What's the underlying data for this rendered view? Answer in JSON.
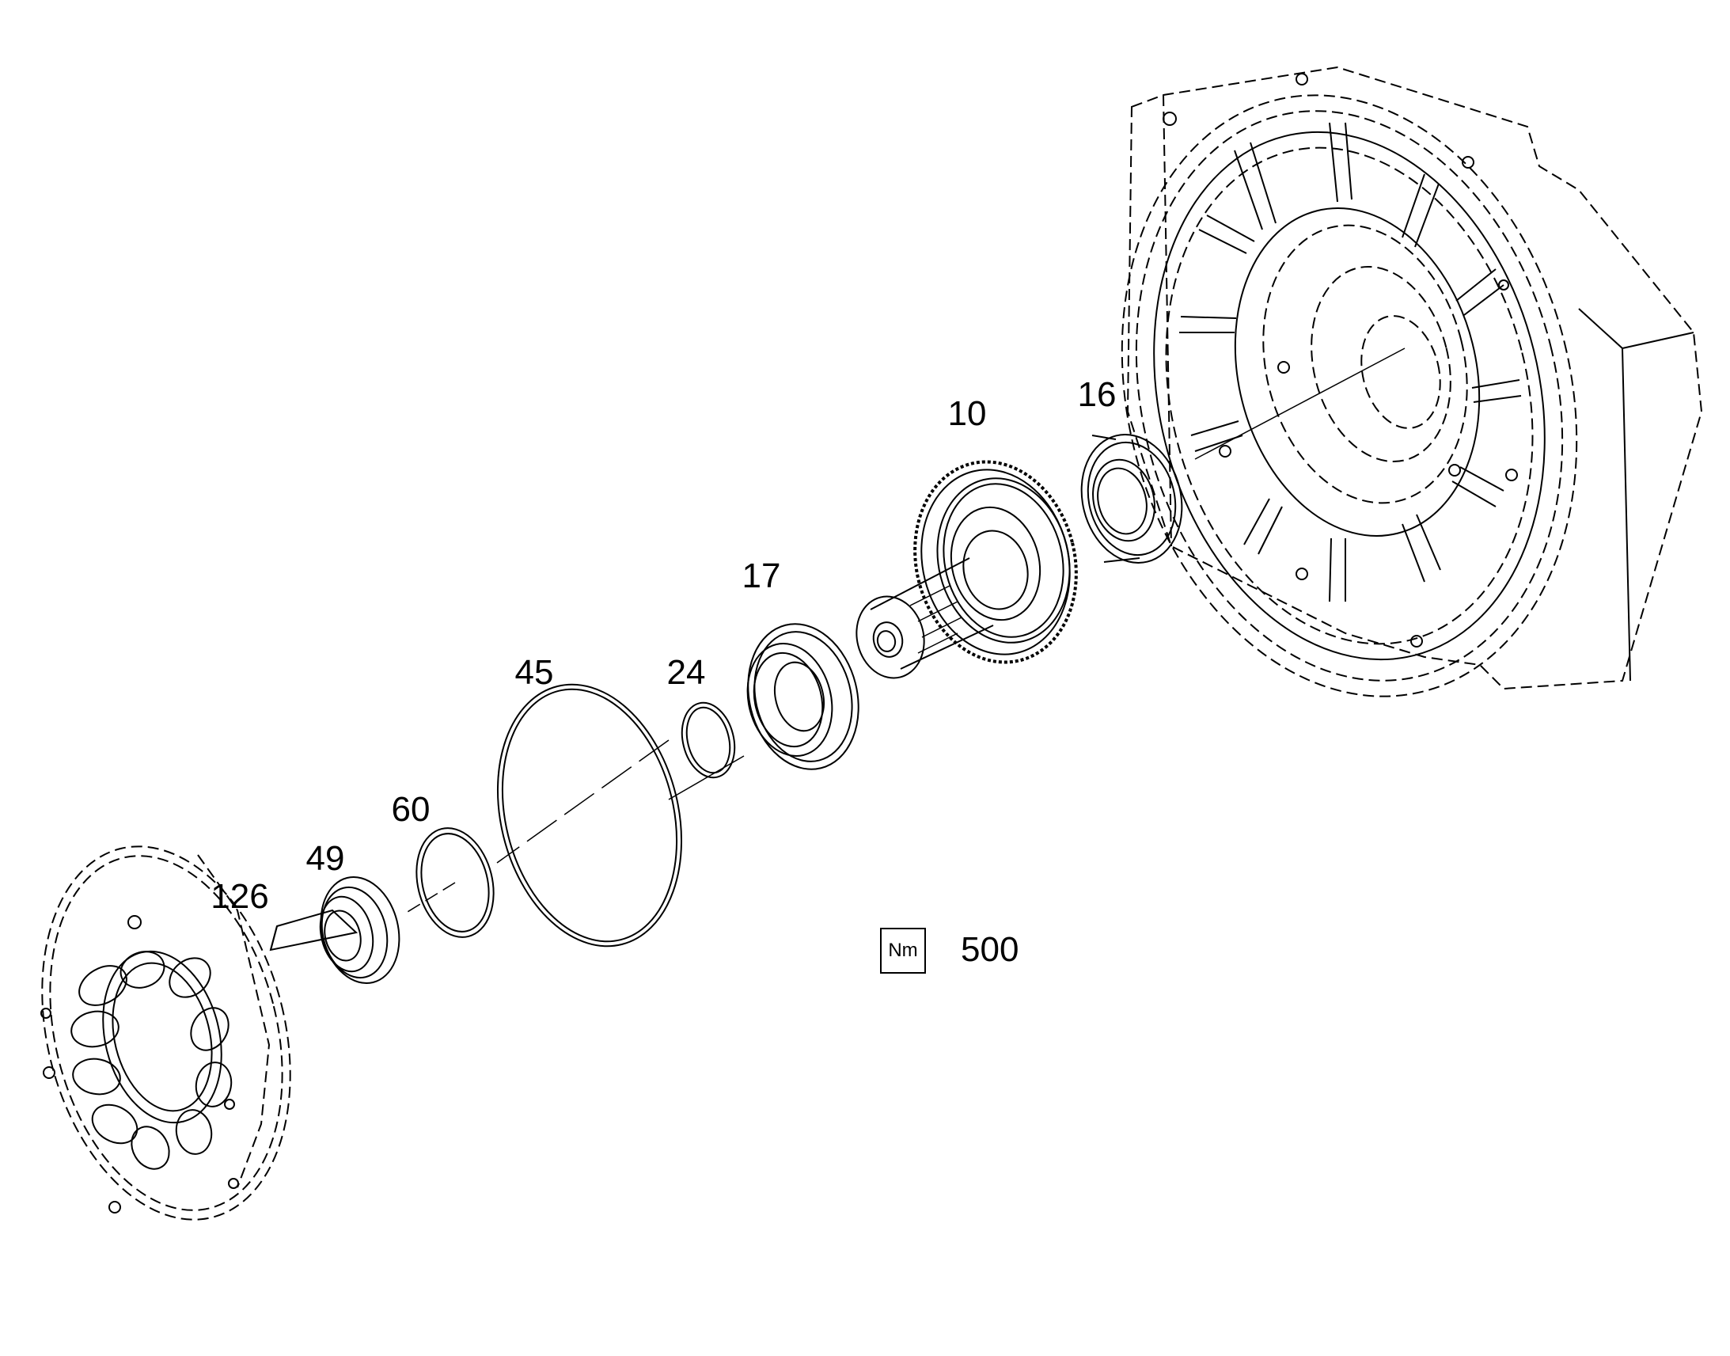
{
  "callouts": {
    "p10": "10",
    "p16": "16",
    "p17": "17",
    "p24": "24",
    "p45": "45",
    "p60": "60",
    "p49": "49",
    "p126": "126"
  },
  "torque": {
    "unit_symbol": "Nm",
    "value": "500"
  },
  "colors": {
    "line": "#000000",
    "background": "#ffffff"
  }
}
